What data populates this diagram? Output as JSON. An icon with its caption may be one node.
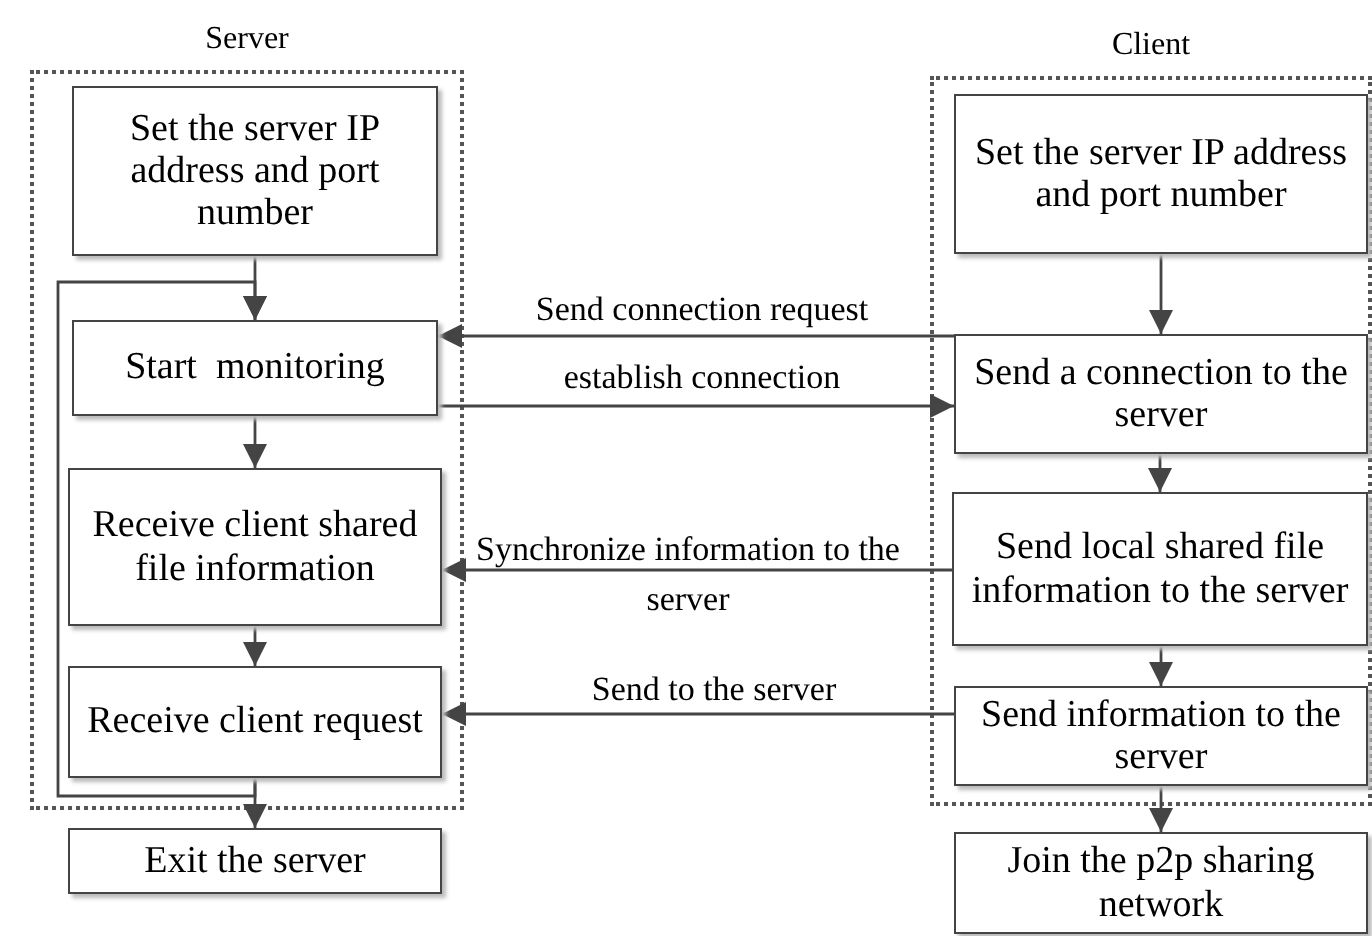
{
  "diagram": {
    "nodes": [
      {
        "text": [
          "Server"
        ]
      },
      {
        "text": [
          "Set the server IP address and port number"
        ],
        "in": 0
      },
      {
        "text": [
          "Start  monitoring"
        ],
        "in": 0
      },
      {
        "text": [
          "Receive client shared file information"
        ],
        "in": 0
      },
      {
        "text": [
          "Receive client request"
        ],
        "in": 0
      },
      {
        "text": [
          "Exit the server"
        ]
      },
      {
        "text": [
          "Client"
        ]
      },
      {
        "text": [
          "Set the server IP address and port number"
        ],
        "in": 6
      },
      {
        "text": [
          "Send a connection to the server"
        ],
        "in": 6
      },
      {
        "text": [
          "Send local shared file information to the server"
        ],
        "in": 6
      },
      {
        "text": [
          "Send information to the server"
        ],
        "in": 6
      },
      {
        "text": [
          "Join the p2p sharing network"
        ]
      }
    ],
    "edges": [
      {
        "from": 1,
        "to": 2,
        "arrow": "to"
      },
      {
        "from": 2,
        "to": 3,
        "arrow": "to"
      },
      {
        "from": 3,
        "to": 4,
        "arrow": "to"
      },
      {
        "from": 4,
        "to": 5,
        "arrow": "to"
      },
      {
        "from": 4,
        "to": 2,
        "arrow": "to"
      },
      {
        "from": 7,
        "to": 8,
        "arrow": "to"
      },
      {
        "from": 8,
        "to": 9,
        "arrow": "to"
      },
      {
        "from": 9,
        "to": 10,
        "arrow": "to"
      },
      {
        "from": 10,
        "to": 11,
        "arrow": "to"
      },
      {
        "from": 8,
        "to": 2,
        "arrow": "to",
        "label": "Send connection request"
      },
      {
        "from": 2,
        "to": 8,
        "arrow": "to",
        "label": "establish connection"
      },
      {
        "from": 9,
        "to": 3,
        "arrow": "to",
        "label": "Synchronize information to the server"
      },
      {
        "from": 10,
        "to": 4,
        "arrow": "to",
        "label": "Send to the server"
      }
    ]
  }
}
